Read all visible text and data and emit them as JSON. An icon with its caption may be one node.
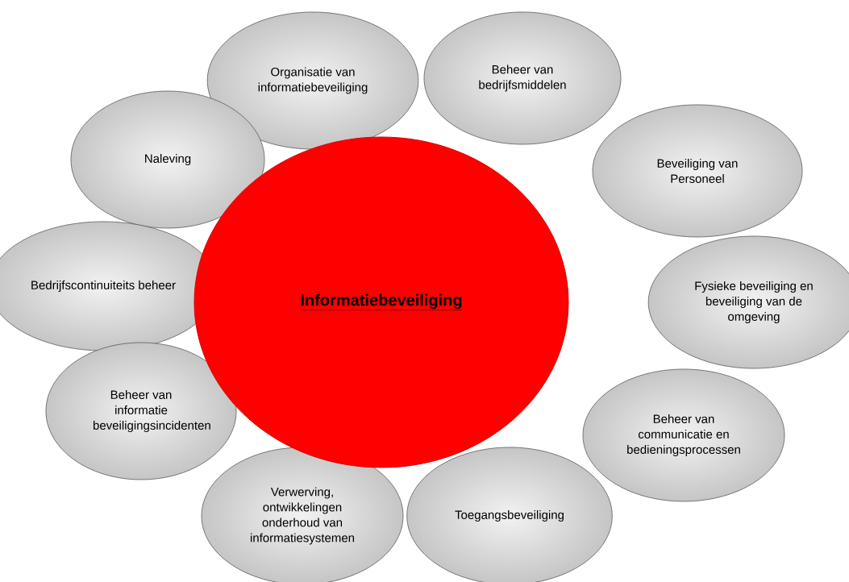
{
  "diagram": {
    "nodes": [
      {
        "text": [
          "Organisatie van informatiebeveiliging"
        ]
      },
      {
        "text": [
          "Beheer van bedrijfsmiddelen"
        ]
      },
      {
        "text": [
          "Naleving"
        ]
      },
      {
        "text": [
          "Beveiliging van Personeel"
        ]
      },
      {
        "text": [
          "Bedrijfscontinuiteits beheer"
        ]
      },
      {
        "text": [
          "Informatiebeveiliging"
        ]
      },
      {
        "text": [
          "Fysieke beveiliging en beveiliging van de omgeving"
        ]
      },
      {
        "text": [
          "Beheer van informatie beveiligingsincidenten"
        ]
      },
      {
        "text": [
          "Beheer van communicatie en bedieningsprocessen"
        ]
      },
      {
        "text": [
          "Verwerving, ontwikkelingen onderhoud van informatiesystemen"
        ]
      },
      {
        "text": [
          "Toegangsbeveiliging"
        ]
      }
    ]
  }
}
